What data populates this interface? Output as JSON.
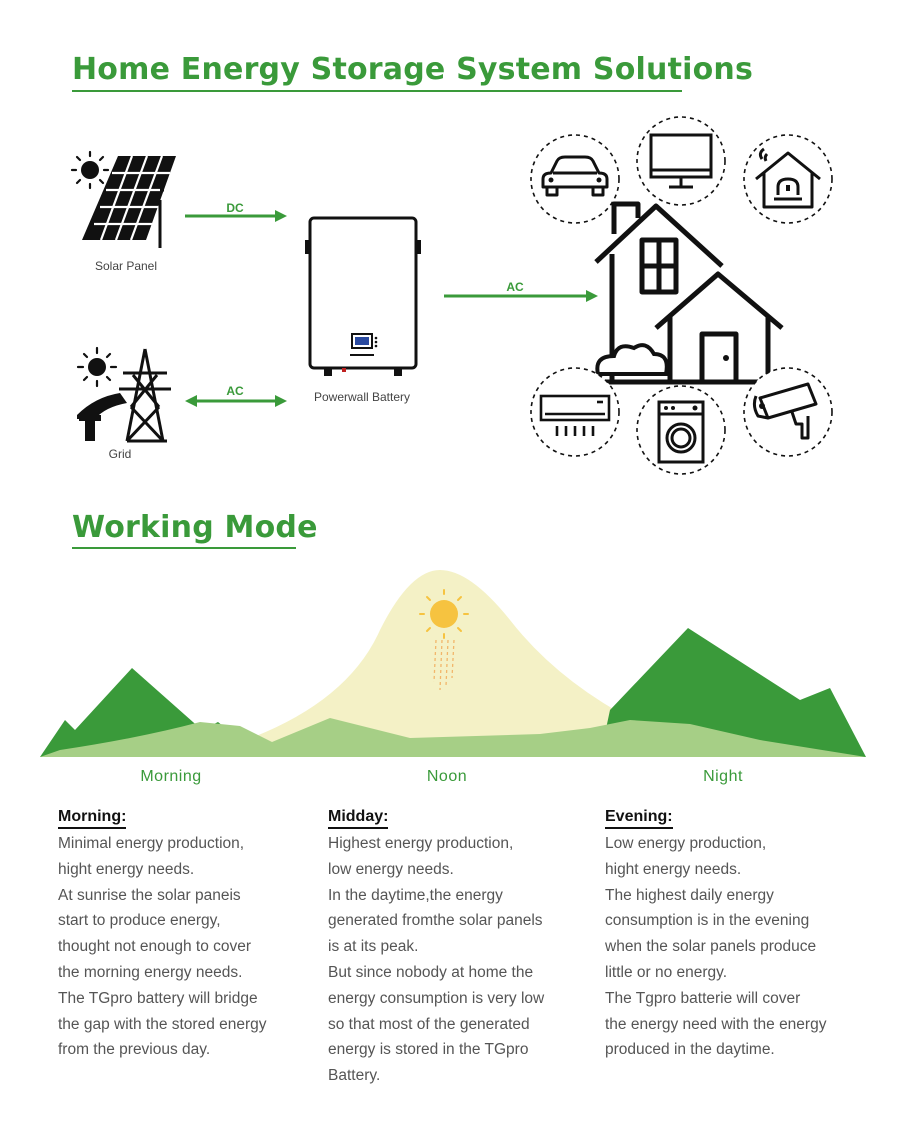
{
  "titles": {
    "main": "Home Energy Storage System Solutions",
    "working": "Working Mode"
  },
  "diagram": {
    "solar_label": "Solar Panel",
    "battery_label": "Powerwall Battery",
    "grid_label": "Grid",
    "dc_label": "DC",
    "ac_home_label": "AC",
    "ac_grid_label": "AC",
    "appliances": [
      "car-icon",
      "monitor-icon",
      "smart-home-icon",
      "air-conditioner-icon",
      "washing-machine-icon",
      "security-camera-icon"
    ]
  },
  "modes": [
    "Morning",
    "Noon",
    "Night"
  ],
  "columns": [
    {
      "heading": "Morning:",
      "lines": [
        "Minimal energy production,",
        "hight energy needs.",
        "At sunrise the solar paneis",
        "start to produce energy,",
        "thought not enough to cover",
        "the morning energy needs.",
        "The TGpro battery will bridge",
        "the gap with the stored energy",
        "from the previous day."
      ]
    },
    {
      "heading": "Midday:",
      "lines": [
        "Highest energy production,",
        "low energy needs.",
        "In the daytime,the energy",
        "generated fromthe solar panels",
        "is at its peak.",
        "But since nobody at home the",
        "energy consumption is very low",
        "so that most of the generated",
        "energy is stored in the TGpro",
        "Battery."
      ]
    },
    {
      "heading": "Evening:",
      "lines": [
        "Low energy production,",
        "hight energy needs.",
        "The highest daily energy",
        "consumption is in the evening",
        "when the solar panels produce",
        "little or no energy.",
        "The Tgpro batterie will cover",
        "the energy need with the energy",
        "produced in the daytime."
      ]
    }
  ],
  "colors": {
    "accent_green": "#3a9a3a",
    "dark_green": "#2e8b3a",
    "light_green": "#9dc77b",
    "sun_glow": "#f4f1c6",
    "sun": "#f6c340"
  }
}
